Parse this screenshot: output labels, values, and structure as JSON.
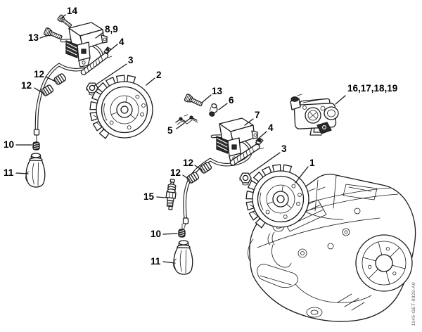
{
  "figure": {
    "drawing_code": "1145-GET-0029-A0",
    "background_color": "#ffffff",
    "line_color": "#1a1a1a",
    "label_color": "#000000"
  },
  "callouts": [
    {
      "part": "screw",
      "text": "14"
    },
    {
      "part": "screw",
      "text": "13"
    },
    {
      "part": "ignition-module",
      "text": "8,9"
    },
    {
      "part": "ground-strip",
      "text": "4"
    },
    {
      "part": "flywheel-nut",
      "text": "3"
    },
    {
      "part": "flywheel",
      "text": "2"
    },
    {
      "part": "grommet",
      "text": "12"
    },
    {
      "part": "grommet",
      "text": "12"
    },
    {
      "part": "spring",
      "text": "10"
    },
    {
      "part": "spark-plug-boot",
      "text": "11"
    },
    {
      "part": "screw",
      "text": "13"
    },
    {
      "part": "clip",
      "text": "6"
    },
    {
      "part": "contact-bracket",
      "text": "5"
    },
    {
      "part": "ignition-module",
      "text": "7"
    },
    {
      "part": "ground-strip",
      "text": "4"
    },
    {
      "part": "flywheel-nut",
      "text": "3"
    },
    {
      "part": "flywheel",
      "text": "1"
    },
    {
      "part": "grommet",
      "text": "12"
    },
    {
      "part": "grommet",
      "text": "12"
    },
    {
      "part": "spark-plug",
      "text": "15"
    },
    {
      "part": "spring",
      "text": "10"
    },
    {
      "part": "spark-plug-boot",
      "text": "11"
    },
    {
      "part": "carburetor",
      "text": "16,17,18,19"
    }
  ]
}
